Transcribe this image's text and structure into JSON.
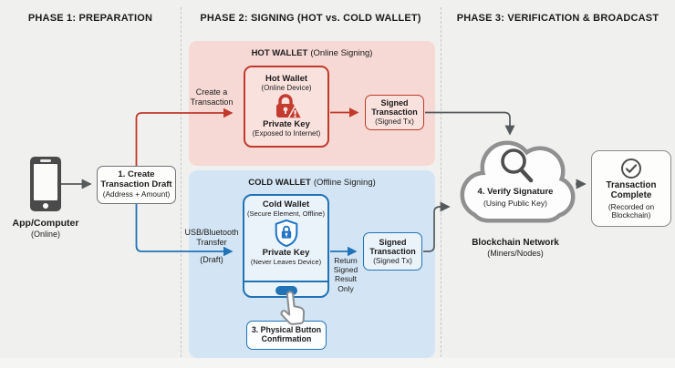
{
  "colors": {
    "bg": "#f0f1ef",
    "hot-red": "#c0392b",
    "hot-section-bg": "#f6d9d4",
    "hot-box-bg": "#f9e2de",
    "cold-blue": "#2173b5",
    "cold-section-bg": "#d3e5f4",
    "cold-box-bg": "#eaf3fa",
    "line-gray": "#55595c",
    "cloud-gray": "#909090",
    "box-border-gray": "#6f7377",
    "text-dark": "#1b1b1b"
  },
  "phase1": {
    "title": "PHASE 1: PREPARATION",
    "device": {
      "label": "App/Computer",
      "sublabel": "(Online)"
    },
    "draft_box": {
      "title": "1. Create\nTransaction Draft",
      "subtitle": "(Address + Amount)"
    }
  },
  "phase2": {
    "title": "PHASE 2: SIGNING (HOT vs. COLD WALLET)",
    "hot": {
      "header": "HOT WALLET",
      "header_note": "(Online Signing)",
      "flow_label": "Create a\nTransaction",
      "wallet_box": {
        "title": "Hot Wallet",
        "subtitle": "(Online Device)",
        "key_title": "Private Key",
        "key_subtitle": "(Exposed to Internet)"
      },
      "signed_box": {
        "title": "Signed\nTransaction",
        "subtitle": "(Signed Tx)"
      }
    },
    "cold": {
      "header": "COLD WALLET",
      "header_note": "(Offline Signing)",
      "flow_label": "USB/Bluetooth\nTransfer",
      "flow_sublabel": "(Draft)",
      "wallet_box": {
        "title": "Cold Wallet",
        "subtitle": "(Secure Element, Offline)",
        "key_title": "Private Key",
        "key_subtitle": "(Never Leaves Device)"
      },
      "return_label": "Return\nSigned\nResult\nOnly",
      "signed_box": {
        "title": "Signed\nTransaction",
        "subtitle": "(Signed Tx)"
      },
      "button_box": {
        "title": "3. Physical Button\nConfirmation"
      }
    }
  },
  "phase3": {
    "title": "PHASE 3: VERIFICATION & BROADCAST",
    "cloud": {
      "title": "4. Verify Signature",
      "subtitle": "(Using Public Key)",
      "label": "Blockchain Network",
      "sublabel": "(Miners/Nodes)"
    },
    "complete_box": {
      "title": "Transaction\nComplete",
      "subtitle": "(Recorded on\nBlockchain)"
    }
  }
}
